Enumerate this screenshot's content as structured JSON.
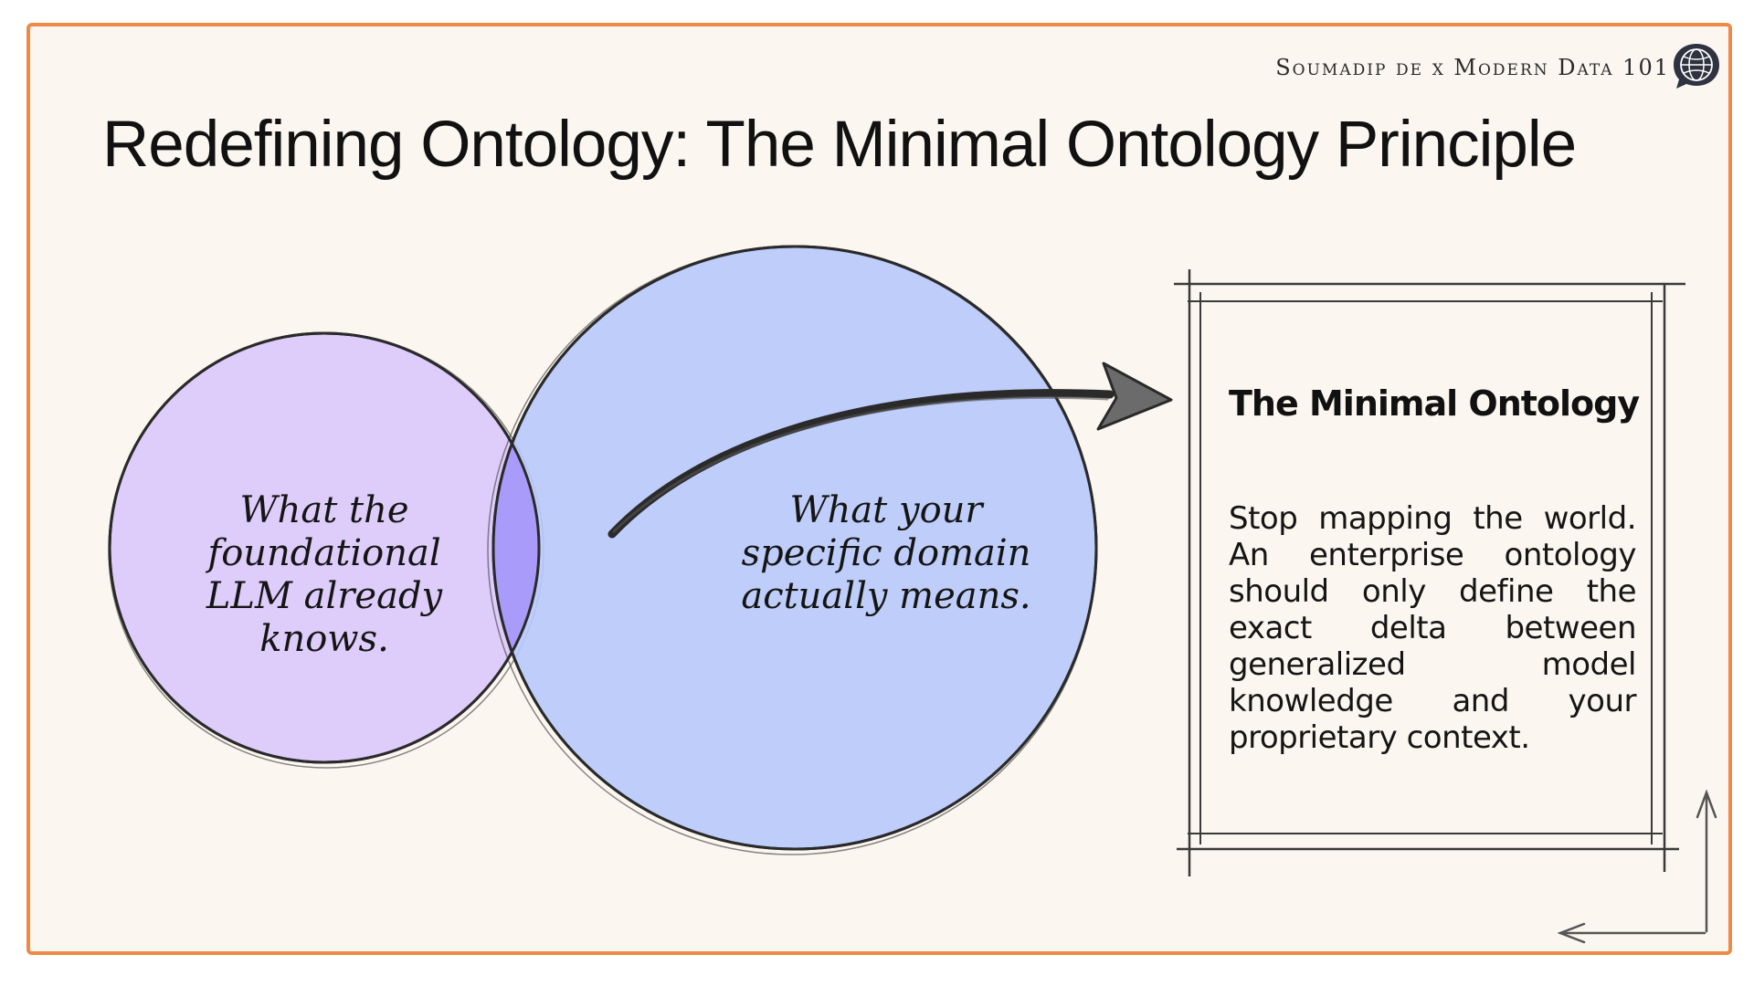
{
  "header": {
    "attribution": "Soumadip de x Modern Data 101",
    "logo_icon": "globe-chat-bubble-icon"
  },
  "slide": {
    "title": "Redefining Ontology: The Minimal Ontology Principle"
  },
  "diagram": {
    "left_circle": {
      "label": "What the foundational LLM already knows.",
      "color": "#dcc9fb"
    },
    "right_circle": {
      "label": "What your specific domain actually means.",
      "color": "#b9c9fb"
    },
    "overlap_color": "#a99bfa",
    "arrow_icon": "curved-arrow-icon"
  },
  "definition_box": {
    "heading": "The Minimal Ontology",
    "body": "Stop mapping the world. An enterprise ontology should only define the exact delta between generalized model knowledge and your proprietary context."
  },
  "colors": {
    "frame": "#ee8a45",
    "background": "#fbf6ef",
    "ink": "#151515"
  }
}
